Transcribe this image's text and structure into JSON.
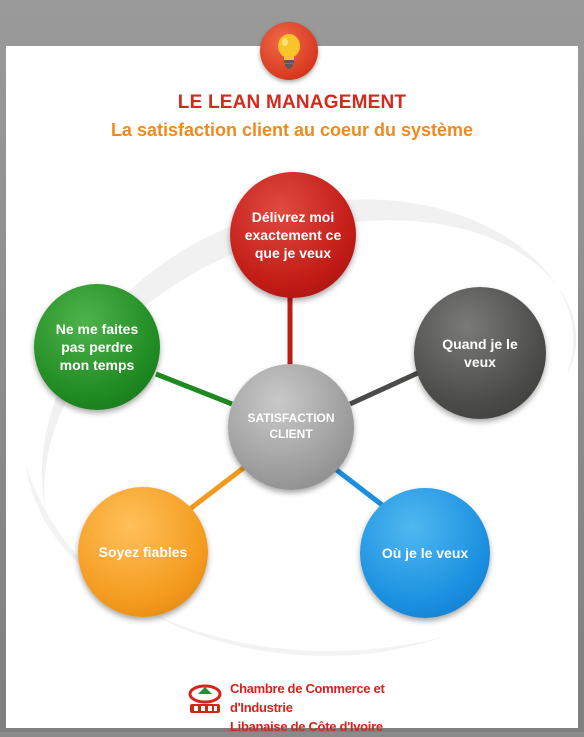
{
  "header": {
    "title": "LE LEAN MANAGEMENT",
    "subtitle": "La satisfaction client au coeur du système",
    "icon": "lightbulb-icon"
  },
  "center": {
    "lines": [
      "SATISFACTION",
      "CLIENT"
    ]
  },
  "nodes": {
    "red": {
      "lines": [
        "Délivrez moi",
        "exactement ce",
        "que je veux"
      ],
      "color": "#c11b16"
    },
    "dark": {
      "lines": [
        "Quand je le",
        "veux"
      ],
      "color": "#4a4a48"
    },
    "green": {
      "lines": [
        "Ne me faites",
        "pas perdre",
        "mon temps"
      ],
      "color": "#1f8a22"
    },
    "orange": {
      "lines": [
        "Soyez fiables"
      ],
      "color": "#f39a1d"
    },
    "blue": {
      "lines": [
        "Où je le veux"
      ],
      "color": "#1a8fe0"
    }
  },
  "footer": {
    "line1": "Chambre de Commerce et d'Industrie",
    "line2": "Libanaise de Côte d'Ivoire",
    "logo_icon": "ccilci-logo-icon"
  },
  "colors": {
    "title": "#d32a1e",
    "subtitle": "#f08a1c",
    "footer": "#d4241c"
  }
}
